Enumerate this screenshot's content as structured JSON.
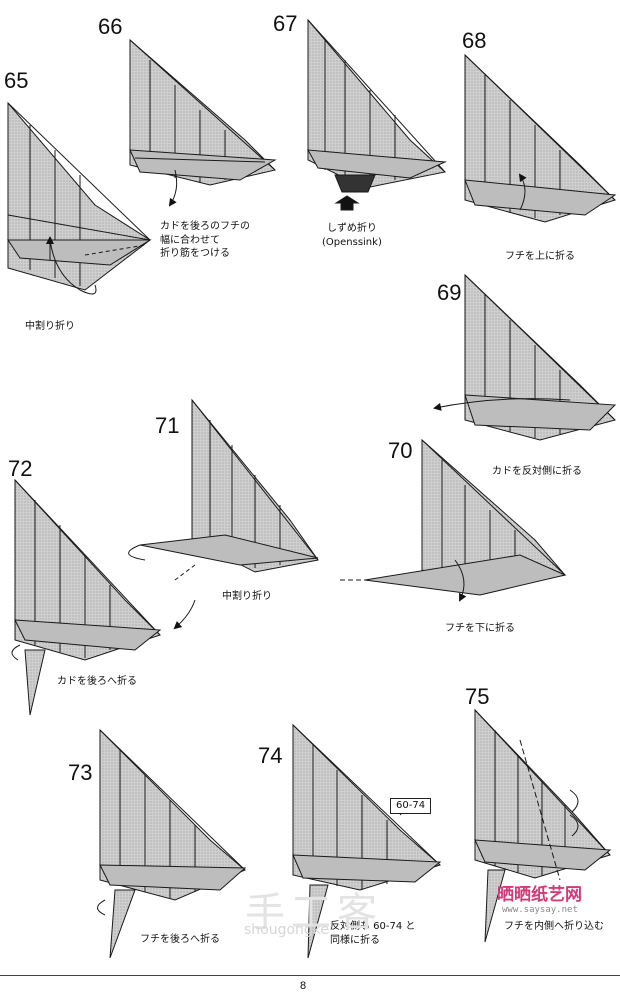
{
  "page": {
    "number": "8"
  },
  "steps": {
    "s65": {
      "num": "65",
      "caption": "中割り折り"
    },
    "s66": {
      "num": "66",
      "caption_1": "カドを後ろのフチの",
      "caption_2": "幅に合わせて",
      "caption_3": "折り筋をつける"
    },
    "s67": {
      "num": "67",
      "caption_1": "しずめ折り",
      "caption_2": "(Openssink)"
    },
    "s68": {
      "num": "68",
      "caption": "フチを上に折る"
    },
    "s69": {
      "num": "69",
      "caption": "カドを反対側に折る"
    },
    "s70": {
      "num": "70",
      "caption": "フチを下に折る"
    },
    "s71": {
      "num": "71",
      "caption": "中割り折り"
    },
    "s72": {
      "num": "72",
      "caption": "カドを後ろへ折る"
    },
    "s73": {
      "num": "73",
      "caption": "フチを後ろへ折る"
    },
    "s74": {
      "num": "74",
      "caption_1": "反対側も 60-74 と",
      "caption_2": "同様に折る",
      "ref": "60-74"
    },
    "s75": {
      "num": "75",
      "caption": "フチを内側へ折り込む"
    }
  },
  "watermarks": {
    "left": "手工客",
    "left_sub": "shougongke",
    "right": "晒晒纸艺网",
    "right_sub": "www.saysay.net"
  },
  "colors": {
    "paper": "#c8c8c8",
    "line": "#1a1a1a",
    "dark": "#4a4a4a",
    "watermark_pink": "#d23a7a"
  }
}
